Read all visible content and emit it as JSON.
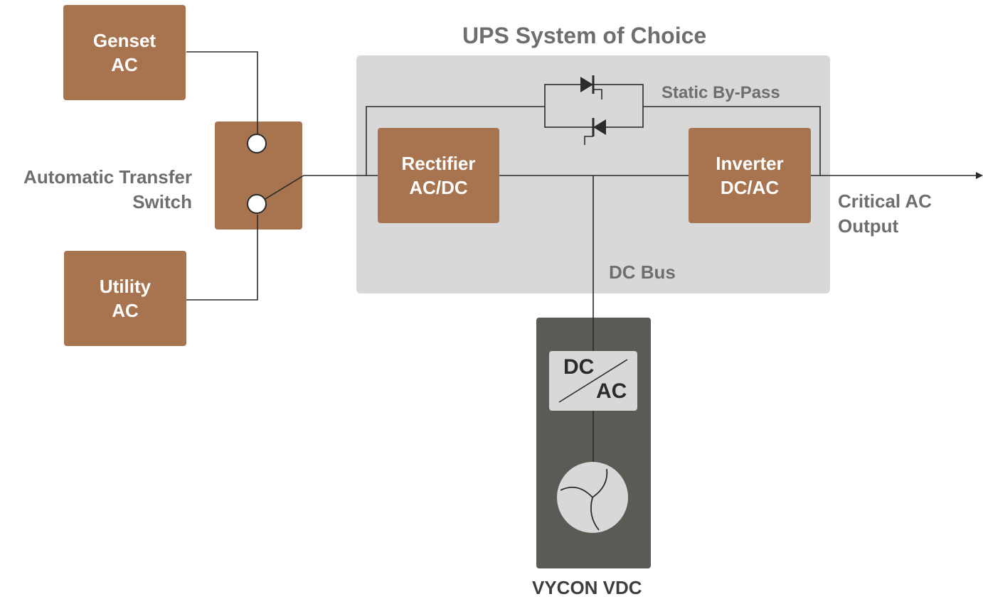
{
  "diagram": {
    "title": "UPS System of Choice",
    "genset": {
      "line1": "Genset",
      "line2": "AC"
    },
    "utility": {
      "line1": "Utility",
      "line2": "AC"
    },
    "ats_label": {
      "line1": "Automatic Transfer",
      "line2": "Switch"
    },
    "rectifier": {
      "line1": "Rectifier",
      "line2": "AC/DC"
    },
    "inverter": {
      "line1": "Inverter",
      "line2": "DC/AC"
    },
    "bypass_label": "Static By-Pass",
    "dc_bus_label": "DC Bus",
    "output_label": {
      "line1": "Critical AC",
      "line2": "Output"
    },
    "converter": {
      "top": "DC",
      "bottom": "AC"
    },
    "flywheel_label": "VYCON VDC"
  },
  "colors": {
    "box_fill": "#a87450",
    "panel_fill": "#d8d8d9",
    "flywheel_fill": "#5b5b55",
    "label_text": "#6d6e70",
    "wire": "#2b2b2b"
  }
}
